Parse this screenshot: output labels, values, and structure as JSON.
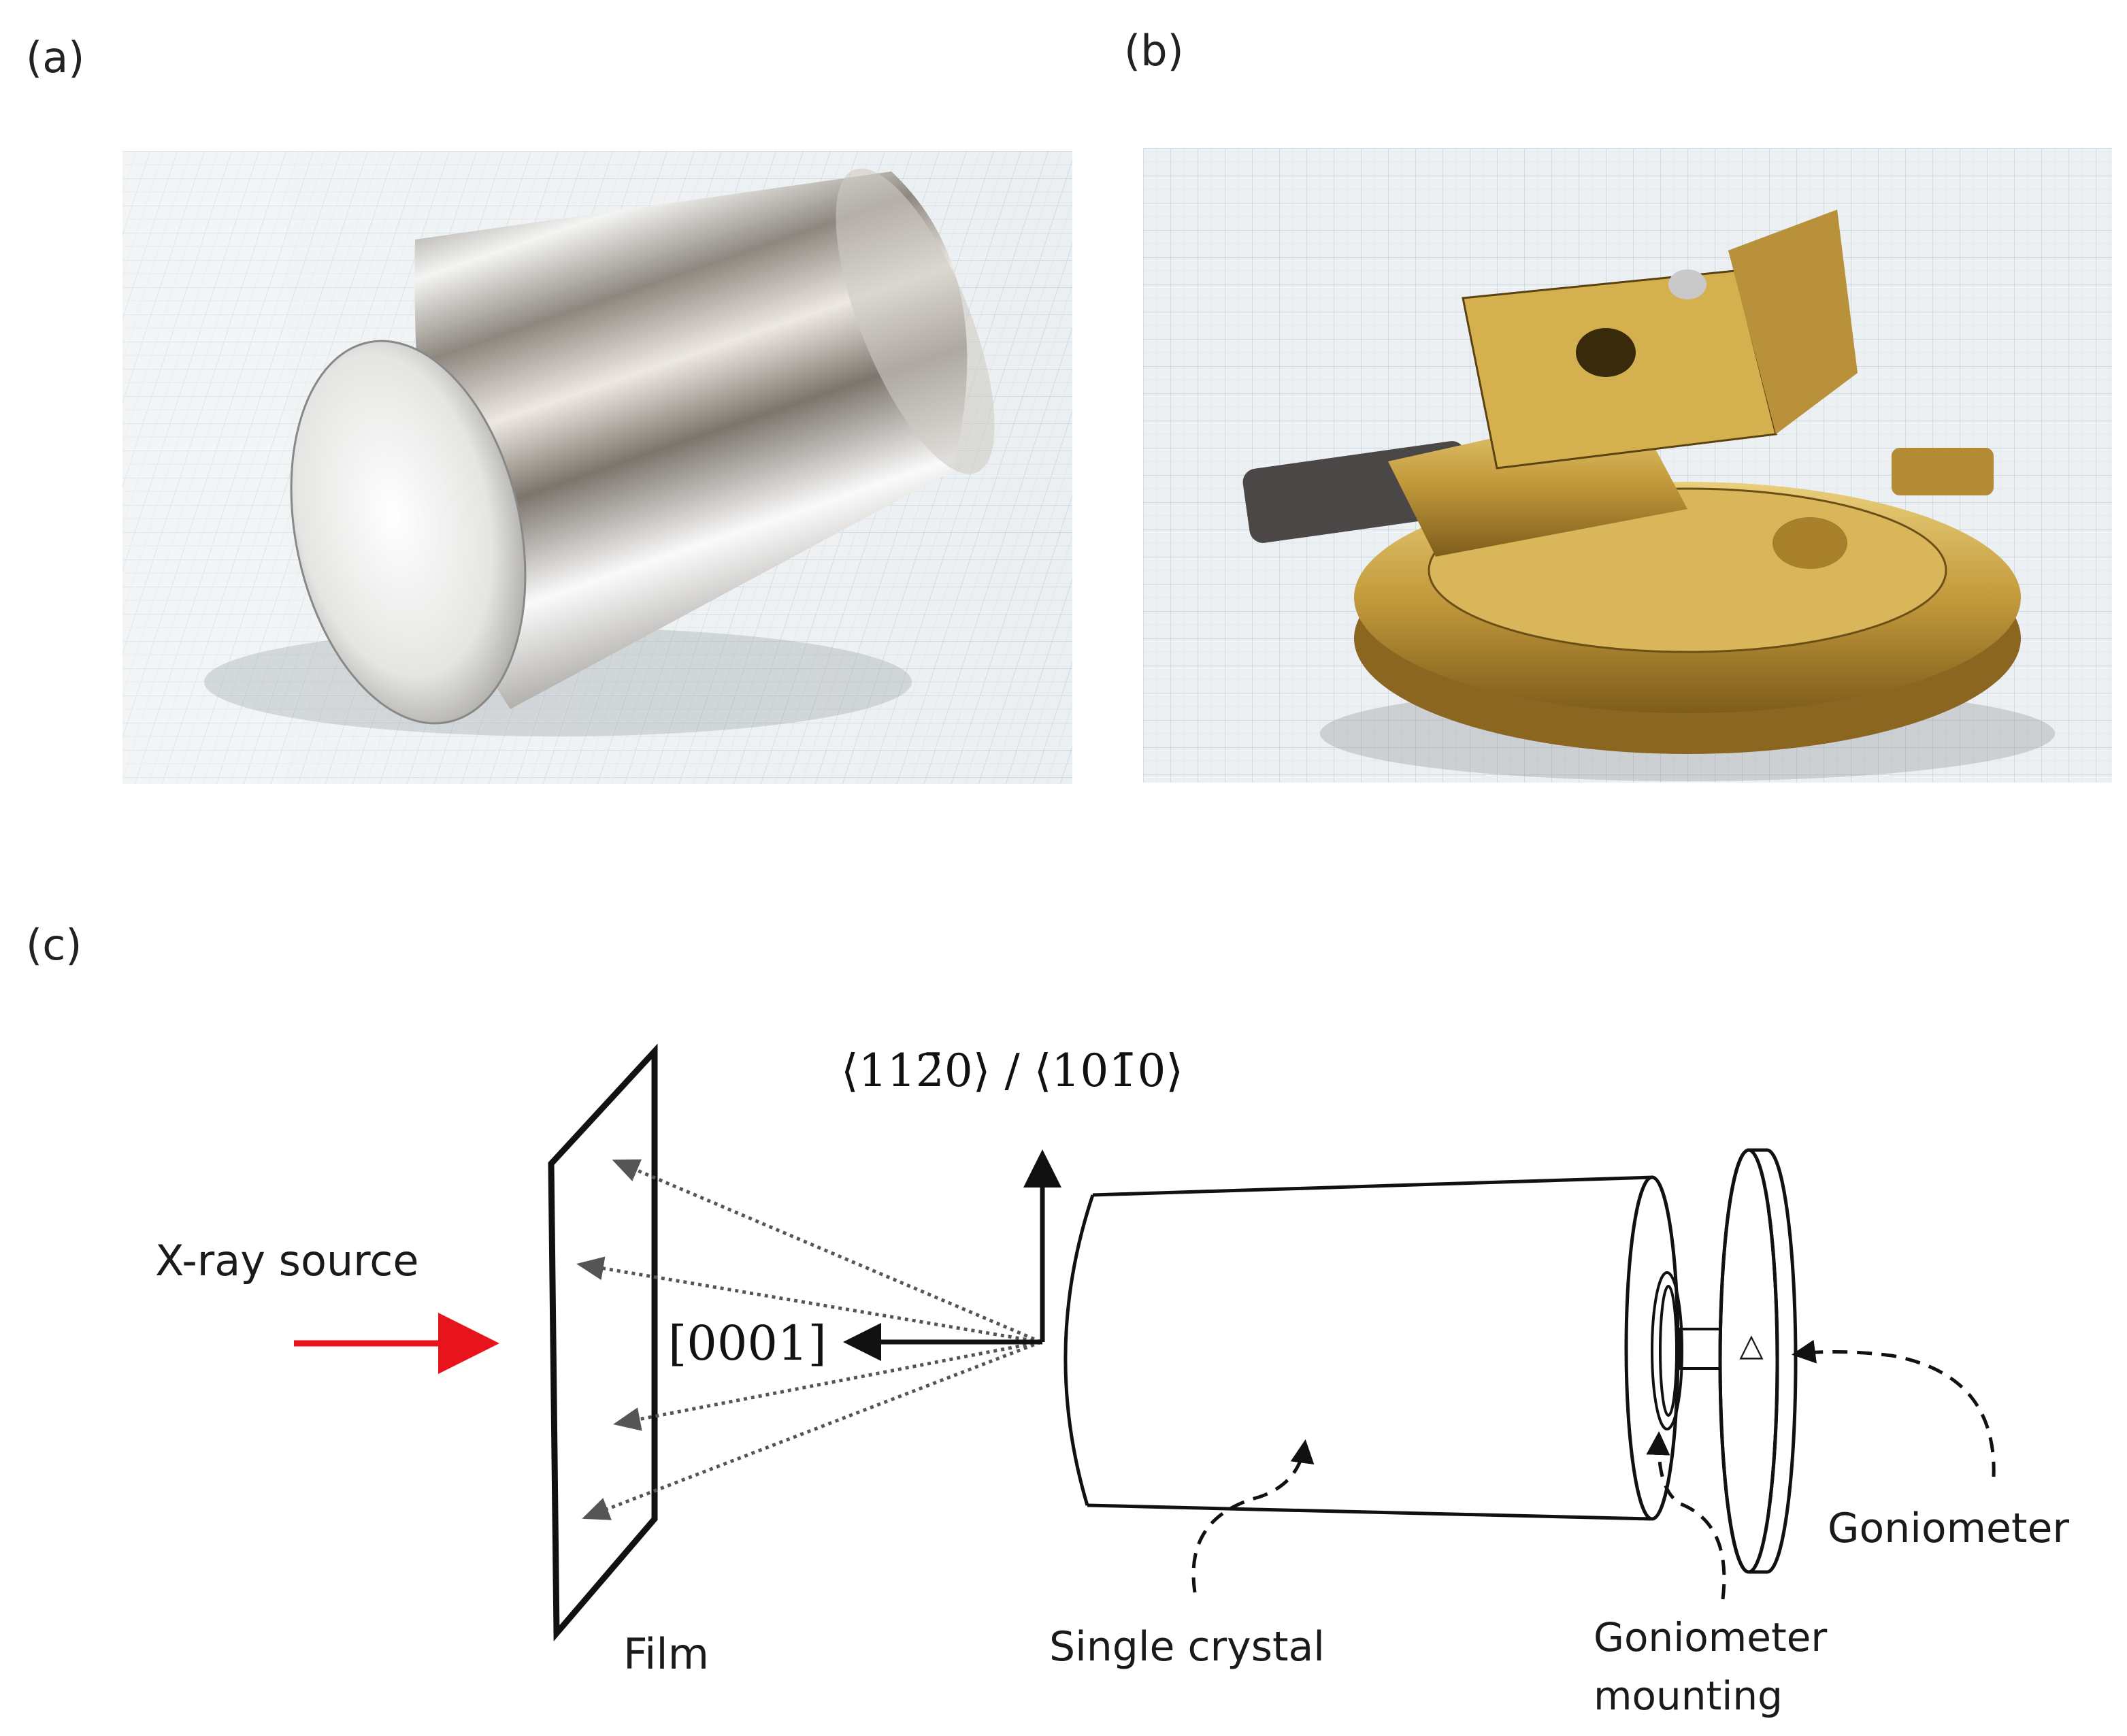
{
  "panels": {
    "a": {
      "label": "(a)"
    },
    "b": {
      "label": "(b)"
    },
    "c": {
      "label": "(c)"
    }
  },
  "diagram": {
    "xray_source": "X-ray source",
    "direction_top": "⟨112̄0⟩ / ⟨101̄0⟩",
    "direction_beam": "[0001]",
    "film": "Film",
    "single_crystal": "Single crystal",
    "goniometer_mounting_line1": "Goniometer",
    "goniometer_mounting_line2": "mounting",
    "goniometer": "Goniometer",
    "goniometer_mark": "△"
  },
  "colors": {
    "xray_arrow": "#e8141b",
    "ray_lines": "#555555",
    "outline": "#111111",
    "grid_paper": "#e9edf0",
    "brass": "#c9a646",
    "silver": "#d6d8dc"
  }
}
